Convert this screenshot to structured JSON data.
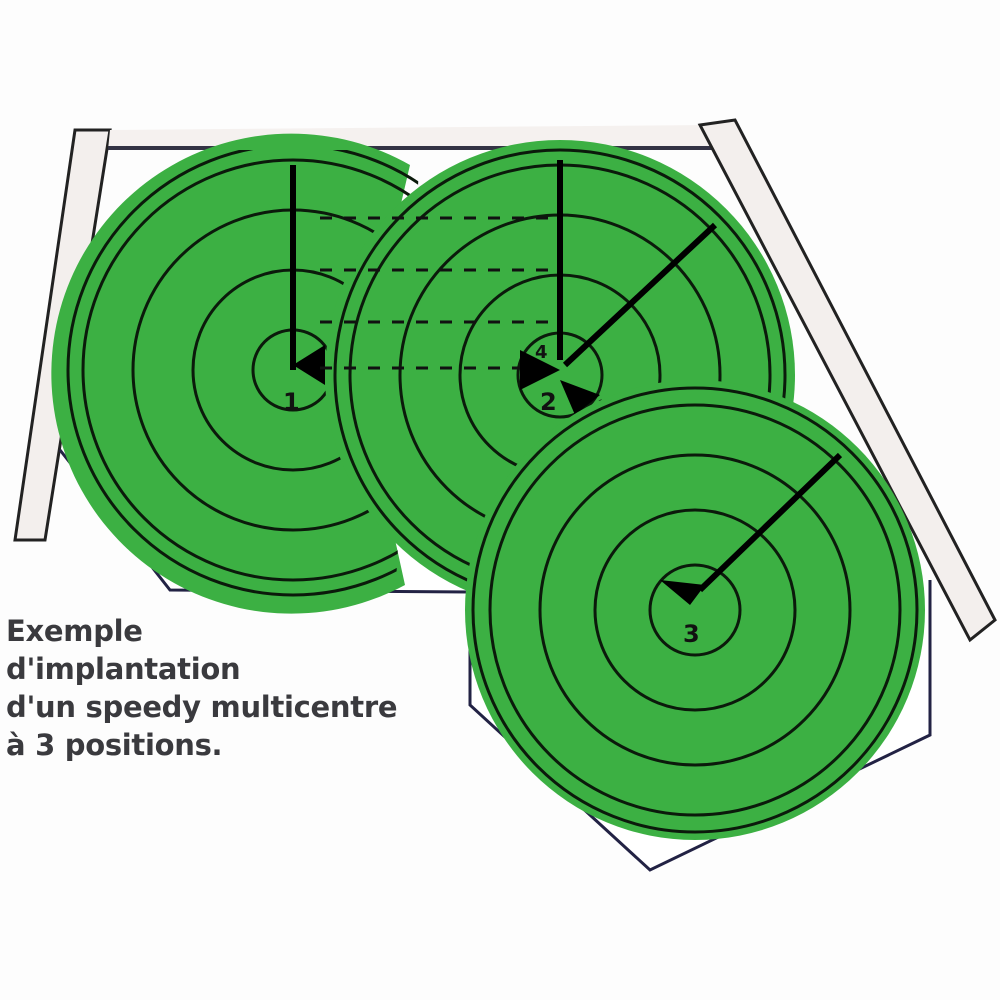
{
  "diagram": {
    "title": "Exemple d'implantation d'un speedy multicentre à 3 positions.",
    "colors": {
      "shelf_green": "#3cb043",
      "line": "#0b1a0b",
      "cabinet_fill": "#f3efed",
      "cabinet_stroke": "#222244"
    },
    "positions": [
      {
        "id": "1",
        "label": "1"
      },
      {
        "id": "2",
        "label": "2"
      },
      {
        "id": "3",
        "label": "3"
      }
    ],
    "center_marker_labels": [
      "4",
      "2"
    ]
  },
  "caption": {
    "lines": [
      "Exemple",
      "d'implantation",
      "d'un speedy multicentre",
      "à 3 positions."
    ]
  }
}
